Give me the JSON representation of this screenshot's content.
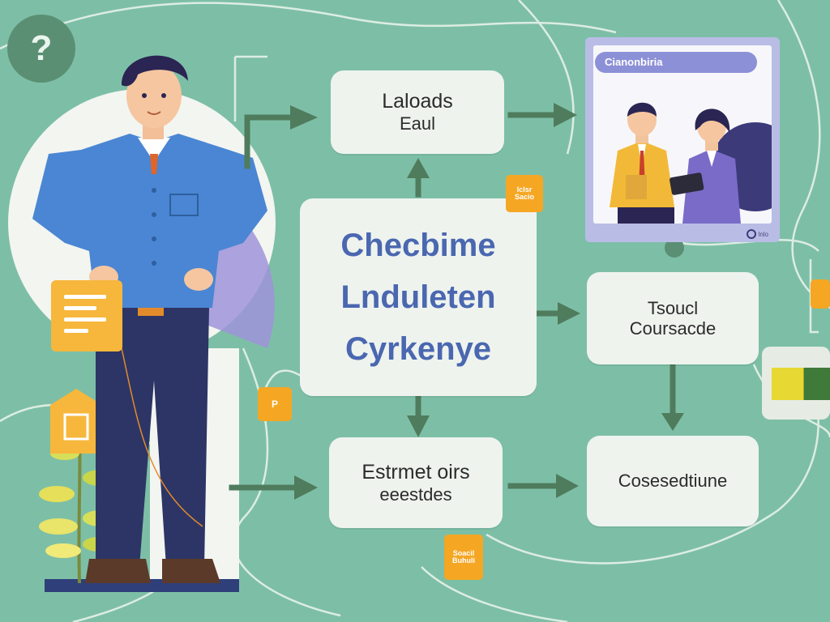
{
  "help": {
    "glyph": "?"
  },
  "boxes": {
    "top": {
      "line1": "Laloads",
      "line2": "Eaul"
    },
    "center": {
      "line1": "Checbime",
      "line2": "Lnduleten",
      "line3": "Cyrkenye"
    },
    "right_middle": {
      "line1": "Tsoucl",
      "line2": "Coursacde"
    },
    "bottom_left": {
      "line1": "Estrmet oirs",
      "line2": "eeestdes"
    },
    "bottom_right": {
      "line1": "Cosesedtiune"
    }
  },
  "screen": {
    "title": "Cianonbiria",
    "footer": "lnlo"
  },
  "tags": {
    "top": {
      "line1": "Iclsr",
      "line2": "Sacio"
    },
    "left": {
      "line1": "P"
    },
    "bottom": {
      "line1": "Soacil",
      "line2": "Buhuli"
    }
  },
  "colors": {
    "background": "#7dbfa6",
    "box": "#eef3ee",
    "arrow": "#4f7c5d",
    "accent_blue": "#4a67b0",
    "tag_orange": "#f5a623",
    "screen_frame": "#b9bde6"
  }
}
